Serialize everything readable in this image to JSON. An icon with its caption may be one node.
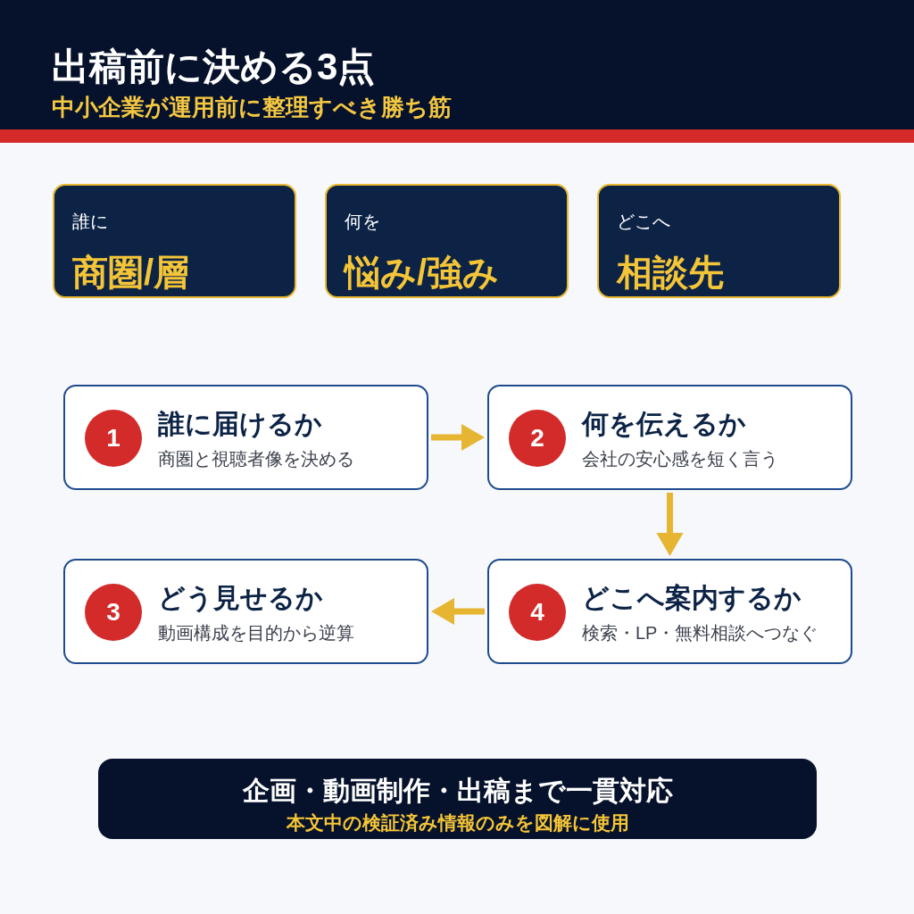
{
  "diagram": {
    "title": "出稿前に決める3点",
    "nodes": [
      {
        "text": [
          "誰に",
          "商圏/層"
        ]
      },
      {
        "text": [
          "何を",
          "悩み/強み"
        ]
      },
      {
        "text": [
          "どこへ",
          "相談先"
        ]
      },
      {
        "text": [
          "誰に届けるか",
          "商圏と視聴者像を決める"
        ]
      },
      {
        "text": [
          "1"
        ],
        "in": 3
      },
      {
        "text": [
          "何を伝えるか",
          "会社の安心感を短く言う"
        ]
      },
      {
        "text": [
          "2"
        ],
        "in": 5
      },
      {
        "text": [
          "どう見せるか",
          "動画構成を目的から逆算"
        ]
      },
      {
        "text": [
          "3"
        ],
        "in": 7
      },
      {
        "text": [
          "どこへ案内するか",
          "検索・LP・無料相談へつなぐ"
        ]
      },
      {
        "text": [
          "4"
        ],
        "in": 9
      },
      {
        "text": [
          "企画・動画制作・出稿まで一貫対応",
          "本文中の検証済み情報のみを図解に使用"
        ]
      }
    ],
    "edges": [
      {
        "from": 3,
        "to": 5,
        "arrow": "to"
      },
      {
        "from": 5,
        "to": 9,
        "arrow": "to"
      },
      {
        "from": 9,
        "to": 7,
        "arrow": "to"
      }
    ],
    "labels": [
      "中小企業が運用前に整理すべき勝ち筋"
    ]
  }
}
